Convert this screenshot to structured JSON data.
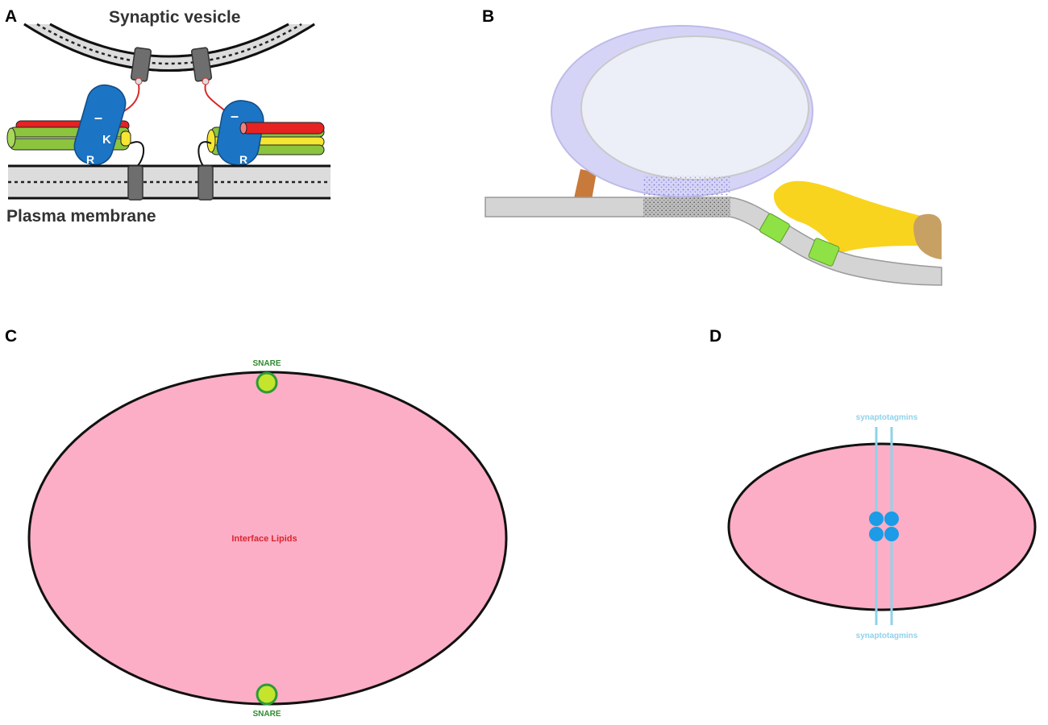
{
  "panels": {
    "a": {
      "letter": "A",
      "top_label": "Synaptic vesicle",
      "bottom_label": "Plasma membrane",
      "domain_letters": [
        "K",
        "R",
        "R"
      ],
      "charge_marks": [
        "–",
        "–"
      ]
    },
    "b": {
      "letter": "B"
    },
    "c": {
      "letter": "C",
      "snare_top": "SNARE",
      "snare_bottom": "SNARE",
      "center_label": "Interface Lipids"
    },
    "d": {
      "letter": "D",
      "label_top": "synaptotagmins",
      "label_bottom": "synaptotagmins"
    }
  },
  "colors": {
    "membrane_gray": "#d4d4d4",
    "vesicle_lavender": "#d6d4f6",
    "vesicle_lumen": "#eceef8",
    "lipid_pink": "#fcaec6",
    "snare_green": "#c5e42c",
    "synaptotagmin_blue": "#1c9be6",
    "syntaxin_yellow": "#f8d41e",
    "tan": "#c7a063",
    "rust": "#c87a3a"
  }
}
